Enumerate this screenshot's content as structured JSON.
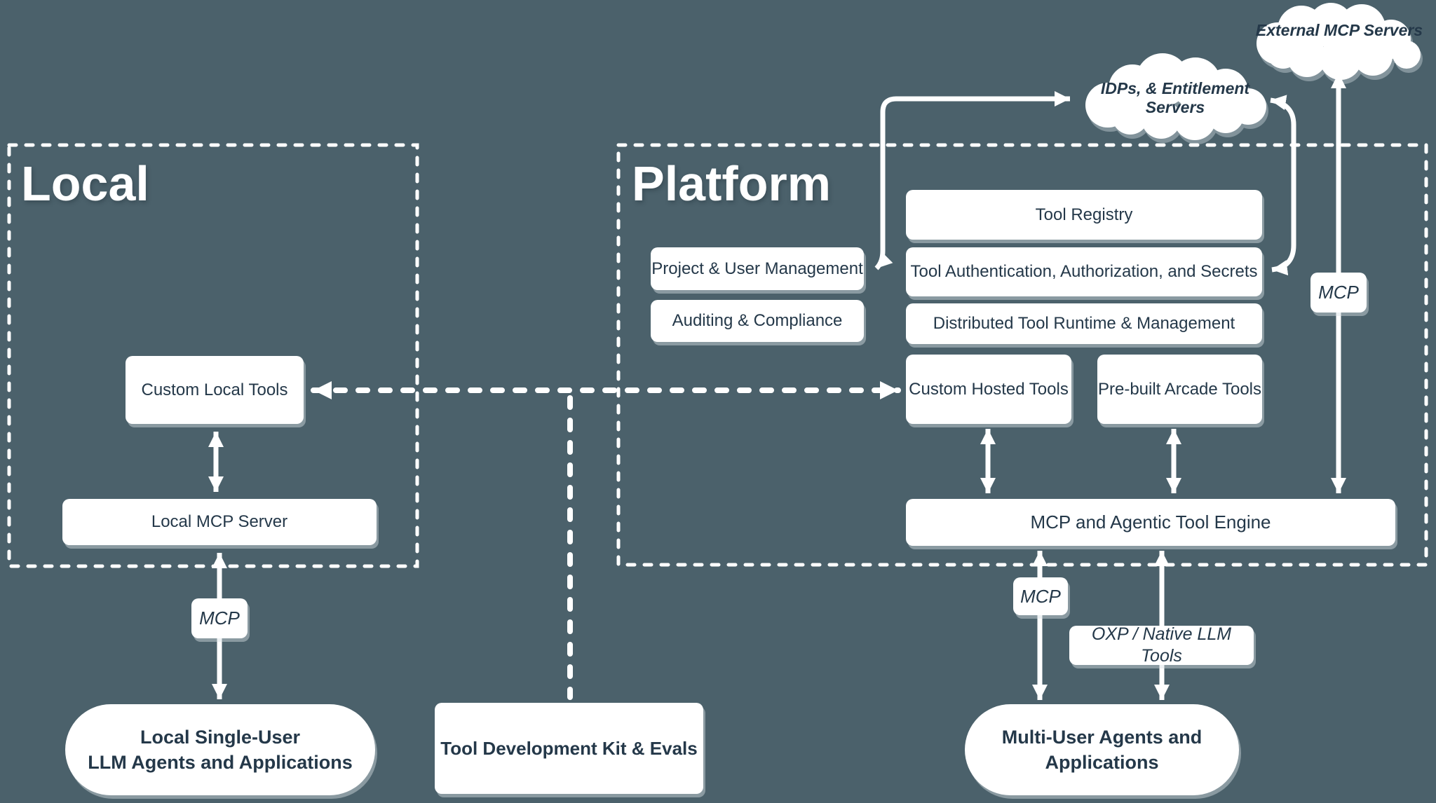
{
  "colors": {
    "background": "#4b616b",
    "box_fill": "#ffffff",
    "text_dark": "#243849",
    "line": "#ffffff"
  },
  "groups": {
    "local": {
      "title": "Local"
    },
    "platform": {
      "title": "Platform"
    }
  },
  "clouds": {
    "external": {
      "label": "External MCP Servers"
    },
    "idps": {
      "line1": "IDPs, & Entitlement",
      "line2": "Servers"
    }
  },
  "nodes": {
    "custom_local_tools": {
      "label": "Custom Local Tools"
    },
    "local_mcp_server": {
      "label": "Local MCP Server"
    },
    "project_user_management": {
      "label": "Project & User Management"
    },
    "auditing_compliance": {
      "label": "Auditing & Compliance"
    },
    "tool_registry": {
      "label": "Tool Registry"
    },
    "tool_authentication": {
      "label": "Tool Authentication, Authorization, and Secrets"
    },
    "distributed_runtime": {
      "label": "Distributed Tool Runtime & Management"
    },
    "custom_hosted_tools": {
      "label": "Custom Hosted Tools"
    },
    "prebuilt_arcade_tools": {
      "label": "Pre-built Arcade Tools"
    },
    "mcp_engine": {
      "label": "MCP and Agentic Tool Engine"
    },
    "tool_dev_kit": {
      "label": "Tool Development Kit & Evals"
    }
  },
  "edge_labels": {
    "mcp_local": "MCP",
    "mcp_external": "MCP",
    "mcp_agents": "MCP",
    "oxp": "OXP / Native LLM Tools"
  },
  "agents": {
    "local_single_user": {
      "line1": "Local Single-User",
      "line2": "LLM Agents and Applications"
    },
    "multi_user": {
      "line1": "Multi-User Agents and",
      "line2": "Applications"
    }
  }
}
